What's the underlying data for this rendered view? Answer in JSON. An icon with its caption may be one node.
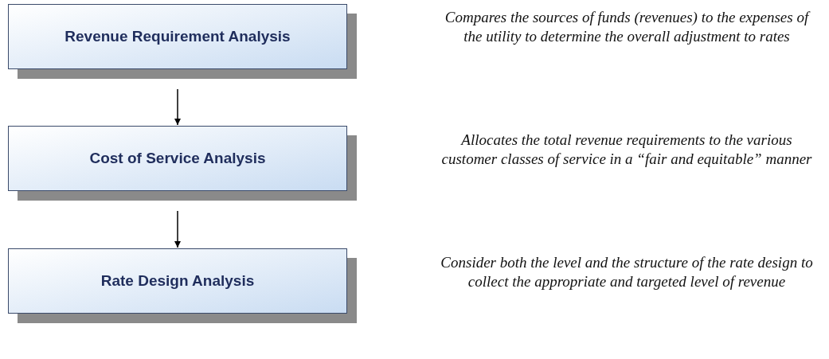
{
  "diagram": {
    "nodes": [
      {
        "text": [
          "Revenue Requirement Analysis"
        ]
      },
      {
        "text": [
          "Cost of Service Analysis"
        ]
      },
      {
        "text": [
          "Rate Design Analysis"
        ]
      }
    ],
    "edges": [
      {
        "from": 0,
        "to": 1,
        "arrow": "to"
      },
      {
        "from": 1,
        "to": 2,
        "arrow": "to"
      }
    ],
    "labels": [
      "Compares the sources of funds (revenues) to the expenses of the utility to determine the overall adjustment to rates",
      "Allocates the total revenue requirements to the various customer classes of service in a “fair and equitable” manner",
      "Consider both the level and the structure of the rate design to collect the appropriate and targeted level of revenue"
    ]
  }
}
